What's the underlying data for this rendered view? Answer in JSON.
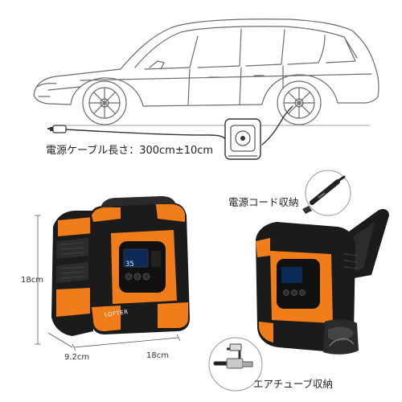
{
  "cable_length_label": "電源ケーブル長さ：300cm±10cm",
  "dimensions": {
    "height": "18cm",
    "depth": "9.2cm",
    "width": "18cm"
  },
  "callouts": {
    "power_cord_storage": "電源コード収納",
    "air_tube_storage": "エアチューブ収納"
  },
  "product": {
    "brand_logo": "LOFTER",
    "display_reading": "35"
  },
  "colors": {
    "body_black": "#1b1b1b",
    "accent_orange": "#f07d1a",
    "line_gray": "#6c6c6c"
  }
}
